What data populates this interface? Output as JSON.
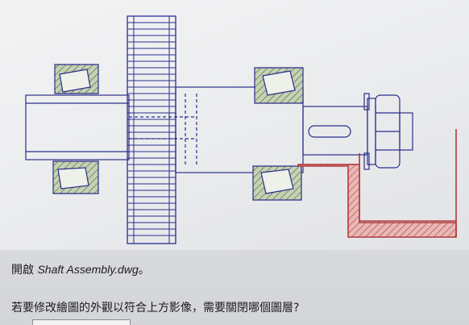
{
  "drawing": {
    "colors": {
      "outline": "#2a2f8a",
      "hatch_fill": "#c5d2b4",
      "hatch_line": "#4d5a3c",
      "highlight": "#b23a3a",
      "highlight_fill": "#e8b9b6"
    }
  },
  "question": {
    "intro_prefix": "開啟 ",
    "file_name": "Shaft Assembly.dwg",
    "intro_suffix": "。",
    "prompt": "若要修改繪圖的外觀以符合上方影像，需要關閉哪個圖層?"
  }
}
